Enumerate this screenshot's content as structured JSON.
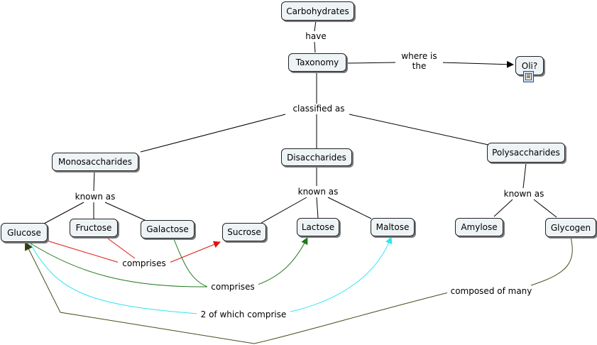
{
  "nodes": {
    "carbohydrates": "Carbohydrates",
    "taxonomy": "Taxonomy",
    "oli": "Oli?",
    "monosaccharides": "Monosaccharides",
    "disaccharides": "Disaccharides",
    "polysaccharides": "Polysaccharides",
    "glucose": "Glucose",
    "fructose": "Fructose",
    "galactose": "Galactose",
    "sucrose": "Sucrose",
    "lactose": "Lactose",
    "maltose": "Maltose",
    "amylose": "Amylose",
    "glycogen": "Glycogen"
  },
  "links": {
    "have": "have",
    "where_is_the_1": "where is",
    "where_is_the_2": "the",
    "classified_as": "classified as",
    "known_as_mono": "known as",
    "known_as_di": "known as",
    "known_as_poly": "known as",
    "comprises_red": "comprises",
    "comprises_green": "comprises",
    "two_of_which_comprise": "2 of which comprise",
    "composed_of_many": "composed of many"
  },
  "resource_icon": "document-icon",
  "colors": {
    "node_fill": "#eef3f6",
    "line_black": "#000000",
    "arrow_red": "#e0140c",
    "arrow_green": "#1f7a1f",
    "arrow_cyan": "#2ee6f0",
    "arrow_olive": "#4a4a1a"
  }
}
